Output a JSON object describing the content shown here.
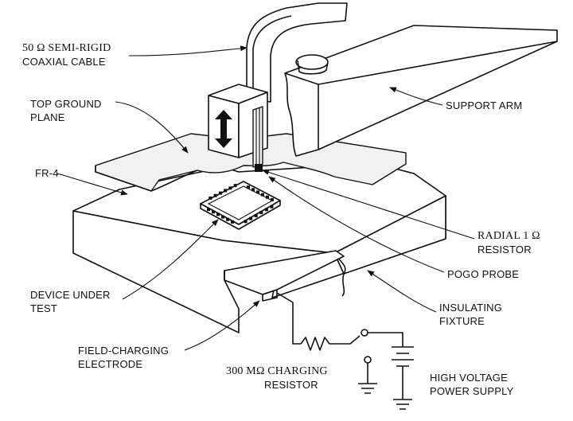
{
  "labels": {
    "coax_line1": "50 Ω SEMI-RIGID",
    "coax_line2": "COAXIAL CABLE",
    "top_ground_line1": "TOP GROUND",
    "top_ground_line2": "PLANE",
    "fr4": "FR-4",
    "support_arm": "SUPPORT ARM",
    "radial_line1": "RADIAL 1 Ω",
    "radial_line2": "RESISTOR",
    "pogo_probe": "POGO PROBE",
    "dut_line1": "DEVICE UNDER",
    "dut_line2": "TEST",
    "insulating_line1": "INSULATING",
    "insulating_line2": "FIXTURE",
    "electrode_line1": "FIELD-CHARGING",
    "electrode_line2": "ELECTRODE",
    "charging_res_line1": "300 MΩ CHARGING",
    "charging_res_line2": "RESISTOR",
    "hv_line1": "HIGH VOLTAGE",
    "hv_line2": "POWER SUPPLY"
  },
  "colors": {
    "line": "#111111",
    "background": "#ffffff"
  }
}
